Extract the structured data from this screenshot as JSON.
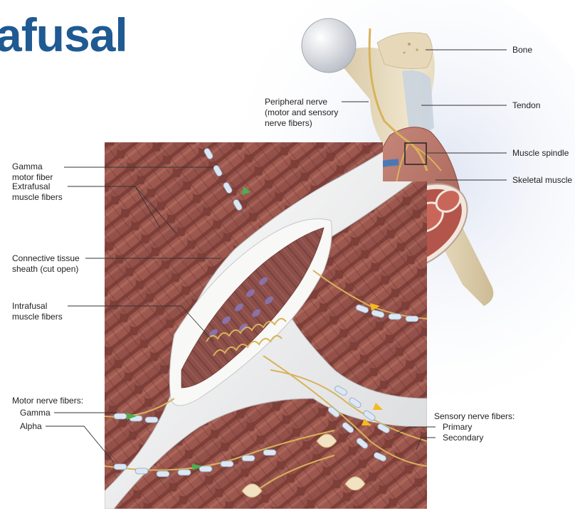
{
  "title": "afusal",
  "labels": {
    "bone": "Bone",
    "tendon": "Tendon",
    "muscle_spindle": "Muscle spindle",
    "skeletal_muscle": "Skeletal muscle",
    "peripheral_nerve": [
      "Peripheral nerve",
      "(motor and sensory",
      "nerve fibers)"
    ],
    "gamma_motor_fiber": [
      "Gamma",
      "motor fiber"
    ],
    "extrafusal_fibers": [
      "Extrafusal",
      "muscle fibers"
    ],
    "connective_tissue": [
      "Connective tissue",
      "sheath (cut open)"
    ],
    "intrafusal_fibers": [
      "Intrafusal",
      "muscle fibers"
    ],
    "motor_nerve_fibers": "Motor nerve fibers:",
    "motor_gamma": "Gamma",
    "motor_alpha": "Alpha",
    "sensory_nerve_fibers": "Sensory nerve fibers:",
    "sensory_primary": "Primary",
    "sensory_secondary": "Secondary"
  },
  "colors": {
    "title": "#1f5a92",
    "muscle": "#8a4a43",
    "bone": "#e8dcc0",
    "sheath": "#f4f4f2",
    "nerve": "#d9b25a",
    "arrow_motor": "#4caf50",
    "arrow_sensory": "#f5b820",
    "pointer": "#4a78b5"
  }
}
